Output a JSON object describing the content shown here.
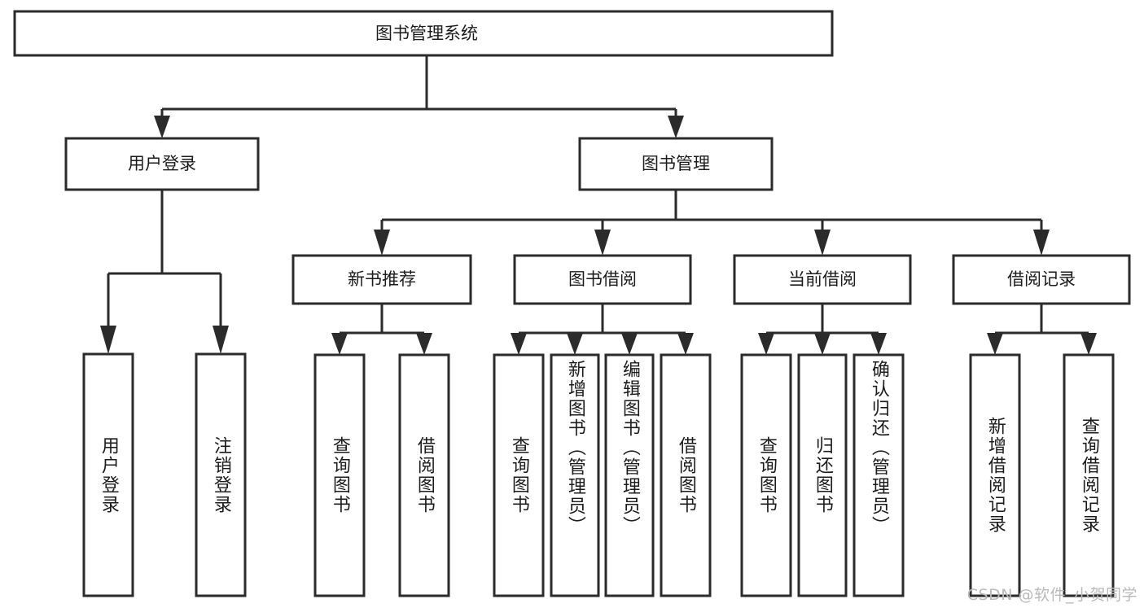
{
  "diagram": {
    "title": "图书管理系统",
    "type": "tree",
    "style": {
      "box_fill": "#ffffff",
      "box_stroke": "#2b2b2b",
      "text_color": "#1c1c1c",
      "background": "#ffffff",
      "watermark_color": "#b9b9b9"
    },
    "root": {
      "label": "图书管理系统"
    },
    "level1": [
      {
        "label": "用户登录"
      },
      {
        "label": "图书管理"
      }
    ],
    "level2": [
      {
        "label": "新书推荐"
      },
      {
        "label": "图书借阅"
      },
      {
        "label": "当前借阅"
      },
      {
        "label": "借阅记录"
      }
    ],
    "leaves": {
      "user_login": [
        {
          "label": "用户登录"
        },
        {
          "label": "注销登录"
        }
      ],
      "new_book_recommend": [
        {
          "label": "查询图书"
        },
        {
          "label": "借阅图书"
        }
      ],
      "book_borrow": [
        {
          "label": "查询图书"
        },
        {
          "label": "新增图书（管理员）"
        },
        {
          "label": "编辑图书（管理员）"
        },
        {
          "label": "借阅图书"
        }
      ],
      "current_borrow": [
        {
          "label": "查询图书"
        },
        {
          "label": "归还图书"
        },
        {
          "label": "确认归还（管理员）"
        }
      ],
      "borrow_records": [
        {
          "label": "新增借阅记录"
        },
        {
          "label": "查询借阅记录"
        }
      ]
    }
  },
  "watermark": {
    "text": "CSDN @软件_小贺同学"
  }
}
